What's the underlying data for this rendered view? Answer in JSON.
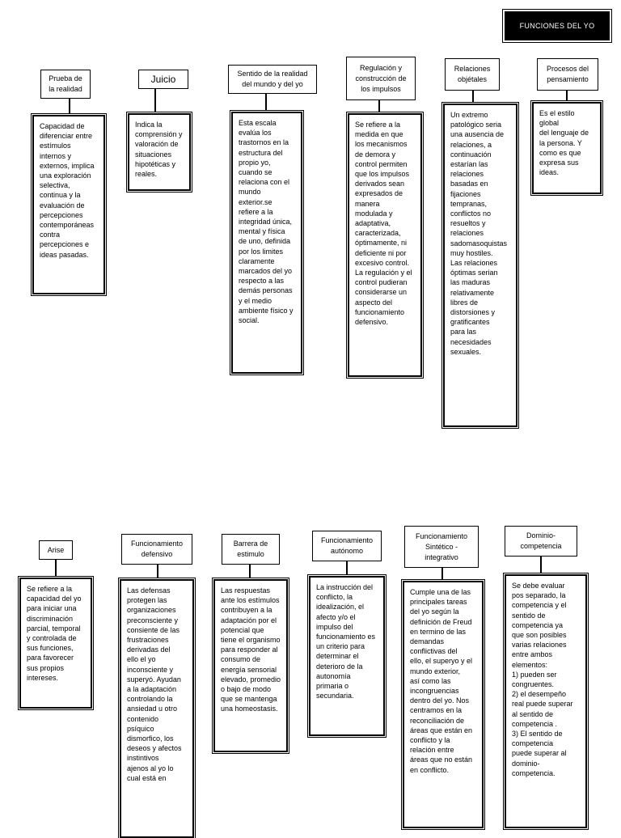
{
  "title": "FUNCIONES DEL YO",
  "row1": [
    {
      "header": "Prueba de\nla realidad",
      "text": "Capacidad de\ndiferenciar entre\nestímulos\ninternos y\nexternos, implica\nuna exploración\nselectiva,\ncontinua y la\nevaluación de\npercepciones\ncontemporáneas\ncontra\npercepciones e\nideas pasadas."
    },
    {
      "header": "Juicio",
      "text": "Indica la\ncomprensión y\nvaloración de\nsituaciones\nhipotéticas y\nreales."
    },
    {
      "header": "Sentido de la realidad\ndel mundo y del yo",
      "text": "Esta escala\nevalúa los\ntrastornos en la\nestructura del\npropio yo,\ncuando se\nrelaciona con el\nmundo\nexterior.se\nrefiere a la\nintegridad única,\nmental y física\nde uno, definida\npor los limites\nclaramente\nmarcados del yo\nrespecto a las\ndemás personas\ny el medio\nambiente físico y\nsocial."
    },
    {
      "header": "Regulación y\nconstrucción de\nlos impulsos",
      "text": "Se refiere a la\nmedida en que\nlos mecanismos\nde demora y\ncontrol permiten\nque los impulsos\nderivados sean\nexpresados de\nmanera\nmodulada y\nadaptativa,\ncaracterizada,\nóptimamente, ni\ndeficiente ni por\nexcesivo control.\nLa regulación y el\ncontrol pudieran\nconsiderarse un\naspecto del\nfuncionamiento\ndefensivo."
    },
    {
      "header": "Relaciones\nobjétales",
      "text": "Un extremo\npatológico seria\nuna ausencia de\nrelaciones, a\ncontinuación\nestarían las\nrelaciones\nbasadas en\nfijaciones\ntempranas,\nconflictos no\nresueltos y\nrelaciones\nsadomasoquistas\nmuy hostiles.\nLas relaciones\nóptimas  serian\nlas maduras\nrelativamente\nlibres de\ndistorsiones y\ngratificantes\npara las\nnecesidades\nsexuales."
    },
    {
      "header": "Procesos del\npensamiento",
      "text": "Es el estilo global\ndel lenguaje de\nla persona. Y\ncomo es que\nexpresa sus\nideas."
    }
  ],
  "row2": [
    {
      "header": "Arise",
      "text": "Se refiere a la\ncapacidad del yo\npara iniciar una\ndiscriminación\nparcial, temporal\ny controlada de\nsus funciones,\npara favorecer\nsus propios\nintereses."
    },
    {
      "header": "Funcionamiento\ndefensivo",
      "text": "Las defensas\nprotegen las\norganizaciones\npreconsciente y\nconsiente de las\nfrustraciones\nderivadas del\nello el yo\ninconsciente y\nsuperyó. Ayudan\na la adaptación\ncontrolando la\nansiedad u otro\ncontenido\npsíquico\ndismorfico, los\ndeseos y afectos\ninstintivos\najenos al yo lo\ncual está en"
    },
    {
      "header": "Barrera de\nestimulo",
      "text": "Las respuestas\nante los estímulos\ncontribuyen a la\nadaptación por el\npotencial que\ntiene el organismo\npara responder al\nconsumo de\nenergía sensorial\nelevado, promedio\no bajo de modo\nque se mantenga\nuna homeostasis."
    },
    {
      "header": "Funcionamiento\nautónomo",
      "text": "La instrucción del\nconflicto, la\nidealización, el\nafecto y/o el\nimpulso del\nfuncionamiento es\nun criterio para\ndeterminar el\ndeterioro de la\nautonomía\nprimaria o\nsecundaria."
    },
    {
      "header": "Funcionamiento\nSintético -\nintegrativo",
      "text": "Cumple una de las\nprincipales tareas\ndel  yo según la\ndefinición de Freud\nen termino de las\ndemandas\nconflictivas del\nello, el superyo y el\nmundo exterior,\nasí como las\nincongruencias\ndentro del yo. Nos\ncentramos en la\nreconciliación de\náreas que están en\nconflicto y la\nrelación entre\náreas que no están\nen conflicto."
    },
    {
      "header": "Dominio-\ncompetencia",
      "text": "Se debe evaluar\npos separado, la\ncompetencia y el\nsentido de\ncompetencia ya\nque son posibles\nvarias relaciones\nentre ambos\nelementos:\n1) pueden ser\ncongruentes.\n2) el desempeño\nreal puede superar\nal sentido de\ncompetencia .\n3) El sentido de\ncompetencia\npuede superar al\ndominio-\ncompetencia."
    }
  ]
}
